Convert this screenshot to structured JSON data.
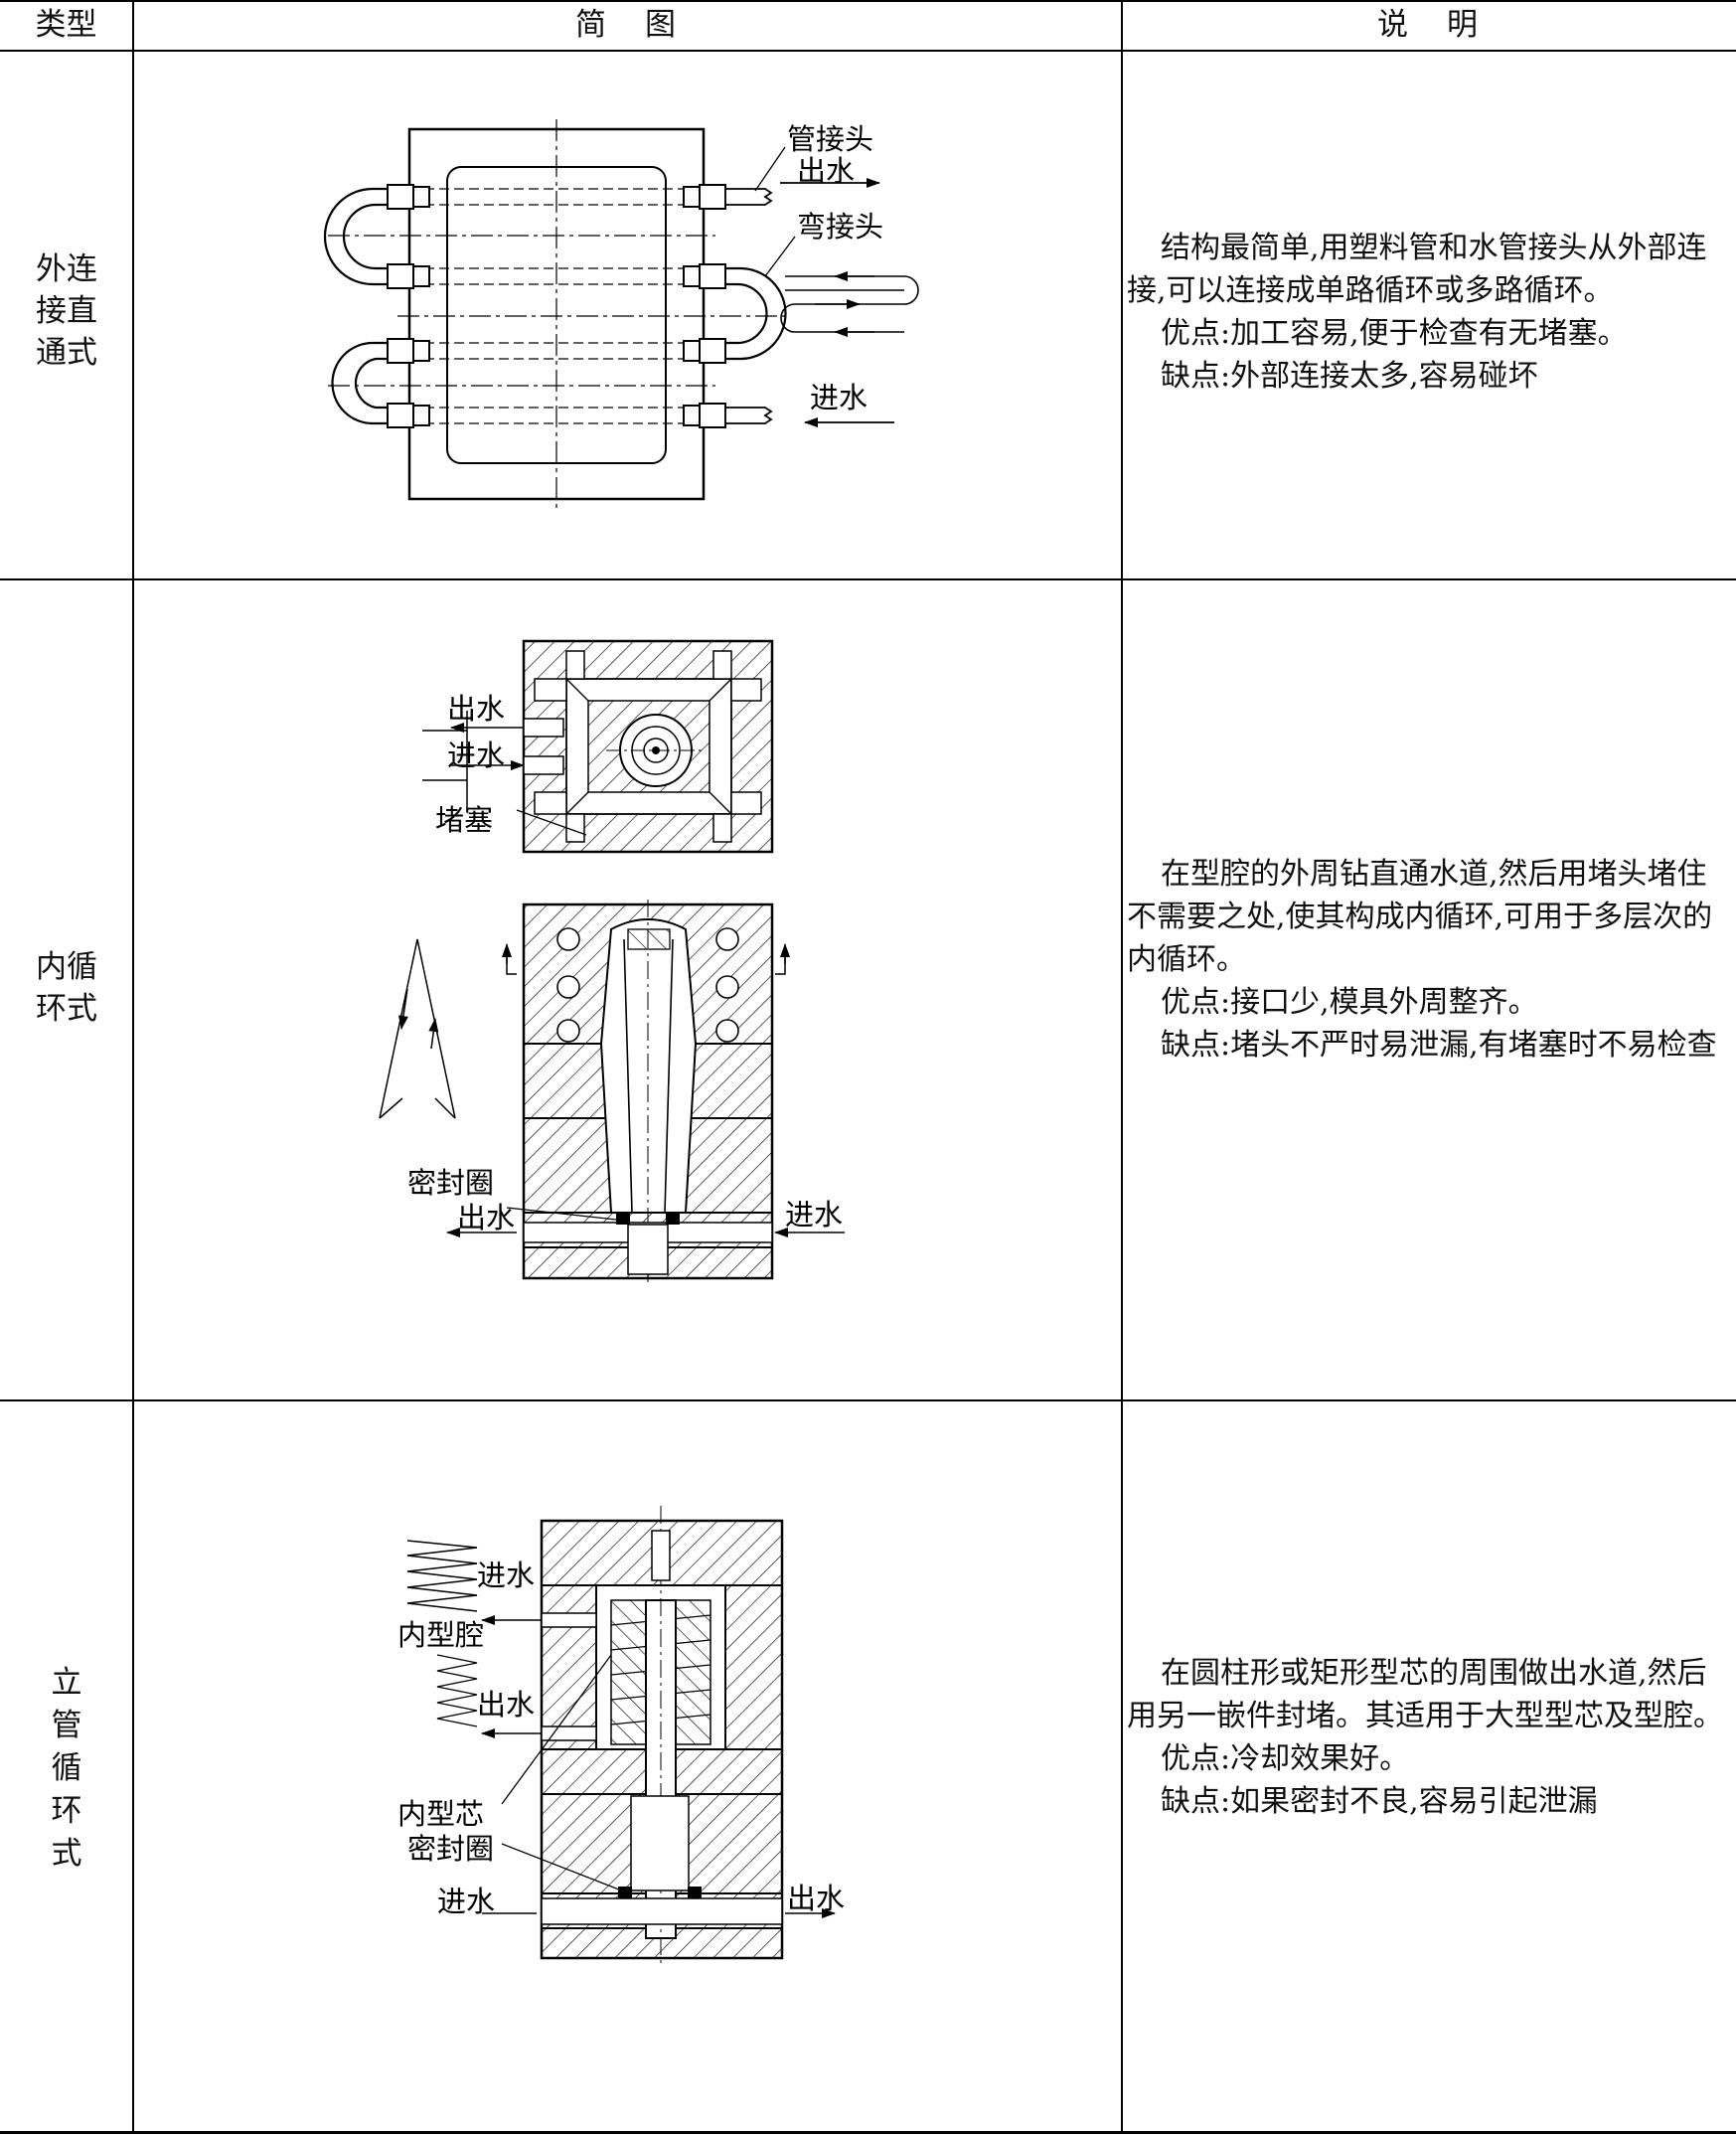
{
  "header": {
    "col_type": "类型",
    "col_diagram": "简　图",
    "col_desc": "说　明"
  },
  "rows": [
    {
      "type_lines": [
        "外连",
        "接直",
        "通式"
      ],
      "labels": {
        "pipe_joint": "管接头",
        "water_out": "出水",
        "elbow": "弯接头",
        "water_in": "进水"
      },
      "desc": [
        "结构最简单,用塑料管和水管接头从外部连接,可以连接成单路循环或多路循环。",
        "优点:加工容易,便于检查有无堵塞。",
        "缺点:外部连接太多,容易碰坏"
      ]
    },
    {
      "type_lines": [
        "内循",
        "环式"
      ],
      "labels": {
        "water_out_1": "出水",
        "water_in_1": "进水",
        "plug": "堵塞",
        "seal": "密封圈",
        "water_out_2": "出水",
        "water_in_2": "进水"
      },
      "desc": [
        "在型腔的外周钻直通水道,然后用堵头堵住不需要之处,使其构成内循环,可用于多层次的内循环。",
        "优点:接口少,模具外周整齐。",
        "缺点:堵头不严时易泄漏,有堵塞时不易检查"
      ]
    },
    {
      "type_lines": [
        "立",
        "管",
        "循",
        "环",
        "式"
      ],
      "labels": {
        "water_in_1": "进水",
        "inner_cavity": "内型腔",
        "water_out_1": "出水",
        "inner_core": "内型芯",
        "seal": "密封圈",
        "water_in_2": "进水",
        "water_out_2": "出水"
      },
      "desc": [
        "在圆柱形或矩形型芯的周围做出水道,然后用另一嵌件封堵。其适用于大型型芯及型腔。",
        "优点:冷却效果好。",
        "缺点:如果密封不良,容易引起泄漏"
      ]
    }
  ]
}
